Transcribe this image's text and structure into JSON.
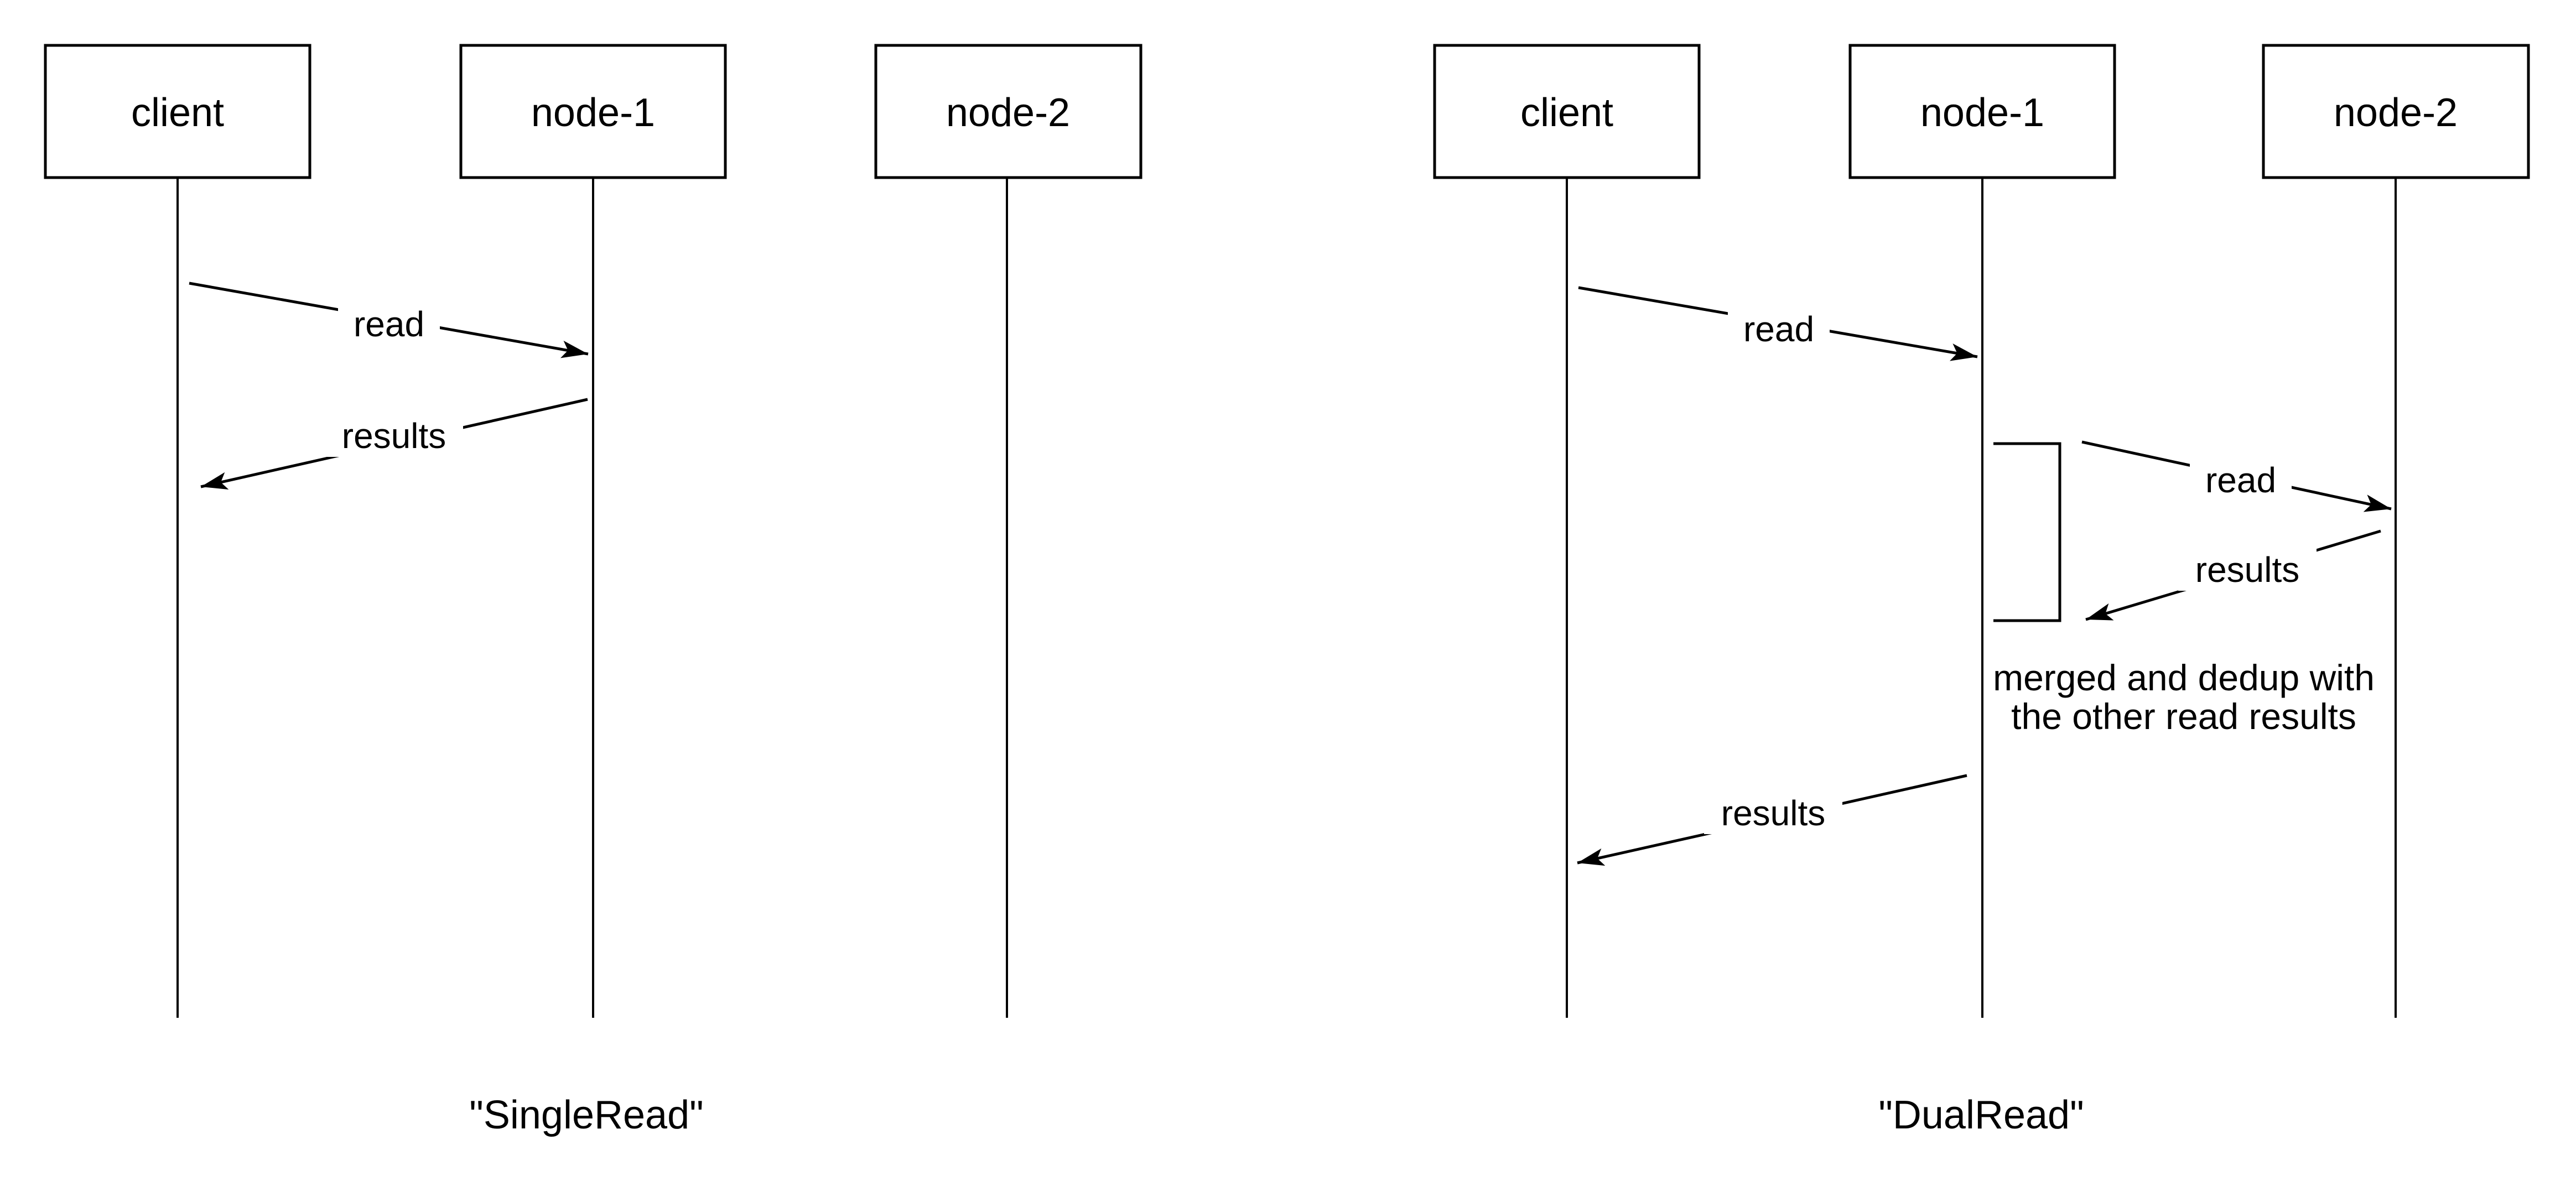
{
  "page": {
    "background": "#ffffff",
    "line_color": "#000000"
  },
  "diagrams": [
    {
      "caption": "\"SingleRead\"",
      "actors": [
        {
          "label": "client"
        },
        {
          "label": "node-1"
        },
        {
          "label": "node-2"
        }
      ],
      "messages": [
        {
          "label": "read",
          "from": "client",
          "to": "node-1"
        },
        {
          "label": "results",
          "from": "node-1",
          "to": "client"
        }
      ]
    },
    {
      "caption": "\"DualRead\"",
      "actors": [
        {
          "label": "client"
        },
        {
          "label": "node-1"
        },
        {
          "label": "node-2"
        }
      ],
      "messages": [
        {
          "label": "read",
          "from": "client",
          "to": "node-1"
        },
        {
          "label": "read",
          "from": "node-1",
          "to": "node-2"
        },
        {
          "label": "results",
          "from": "node-2",
          "to": "node-1"
        },
        {
          "label": "results",
          "from": "node-1",
          "to": "client"
        }
      ],
      "note_lines": [
        "merged and dedup with",
        "the other read results"
      ]
    }
  ]
}
